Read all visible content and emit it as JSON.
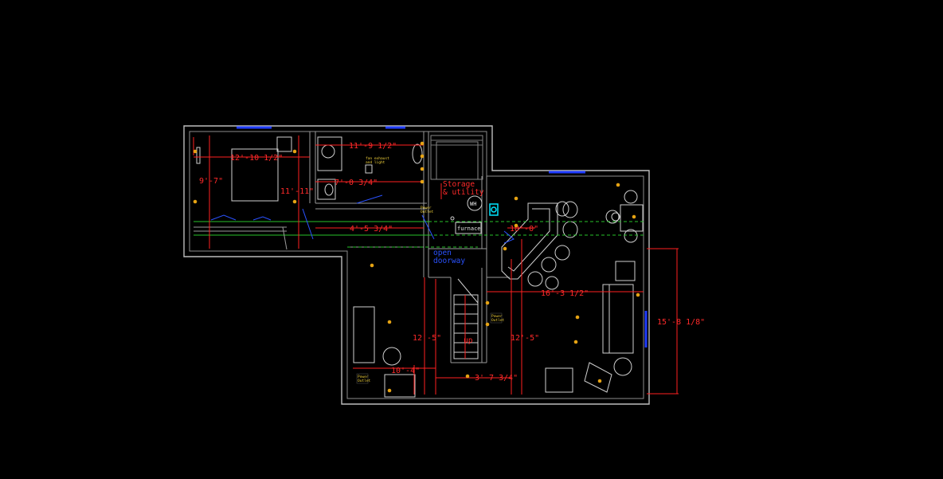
{
  "dimensions": {
    "bedroom_width": "12'-10 1/2\"",
    "bedroom_depth": "9'-7\"",
    "bath_width": "11'-9 1/2\"",
    "bath_depth": "7'-0 3/4\"",
    "hall_height": "11'-11\"",
    "hall_width": "4'-5 3/4\"",
    "bar_dim": "10'-0\"",
    "rec_width": "16'-3 1/2\"",
    "rec_height_left": "12'-5\"",
    "rec_height_right": "12'-5\"",
    "overall_right": "15'-8 1/8\"",
    "office_width": "10'-4\"",
    "stair_gap": "3'-7 3/4\""
  },
  "labels": {
    "storage": "Storage",
    "utility": "& utility",
    "water_heater": "WH",
    "furnace": "furnace",
    "open": "open",
    "doorway": "doorway",
    "stair_up": "up",
    "bath_fixture_line1": "fan exhaust",
    "bath_fixture_line2": "and light",
    "power_outlet_1": "Power",
    "power_outlet_1b": "Outlet",
    "power_outlet_2": "Power",
    "power_outlet_2b": "Outlet",
    "power_outlet_3": "Power",
    "power_outlet_3b": "Outlet"
  },
  "colors": {
    "background": "#000000",
    "walls": "#bdbdbd",
    "dimensions": "#ff2a2a",
    "windows": "#1f3cff",
    "lights": "#e6a313",
    "ductwork": "#27c22a"
  }
}
